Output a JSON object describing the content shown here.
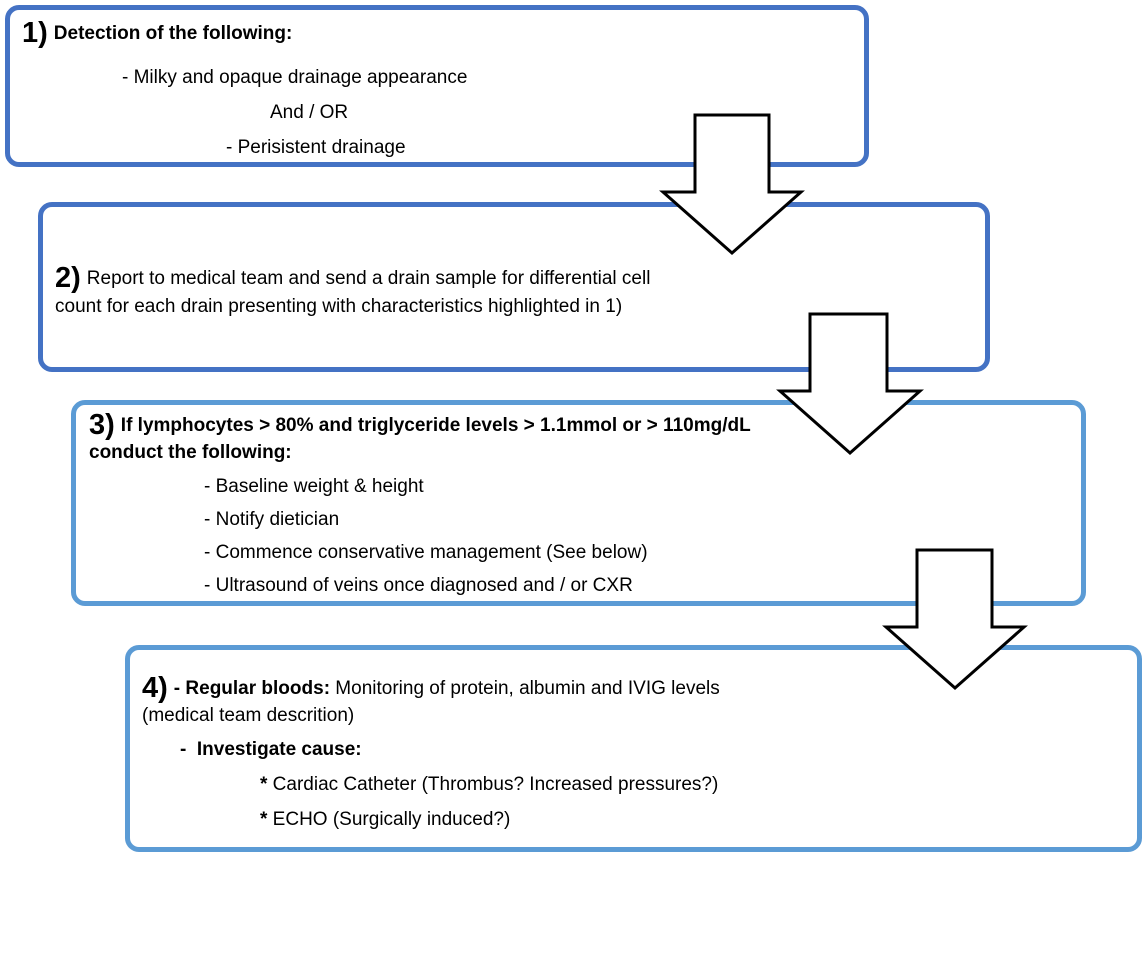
{
  "step1": {
    "number": "1)",
    "heading": "Detection of the following:",
    "item1": "- Milky and opaque drainage appearance",
    "connector": "And / OR",
    "item2": "- Perisistent drainage"
  },
  "step2": {
    "number": "2)",
    "line1": "Report to medical team and send a drain sample for differential cell",
    "line2": "count for each drain presenting with characteristics highlighted in 1)"
  },
  "step3": {
    "number": "3)",
    "heading_line1": "If lymphocytes > 80% and triglyceride levels > 1.1mmol or > 110mg/dL",
    "heading_line2": "conduct the following:",
    "items": [
      "- Baseline weight & height",
      "- Notify dietician",
      "- Commence conservative management (See below)",
      "- Ultrasound of veins once diagnosed and / or CXR"
    ]
  },
  "step4": {
    "number": "4)",
    "lead_dash": "- ",
    "bloods_label": "Regular bloods:",
    "bloods_text": " Monitoring of protein, albumin and IVIG levels",
    "bloods_line2": "(medical team descrition)",
    "investigate_dash": "-  ",
    "investigate_label": "Investigate cause:",
    "causes": [
      {
        "bullet": "*",
        "text": " Cardiac Catheter (Thrombus? Increased pressures?)"
      },
      {
        "bullet": "*",
        "text": " ECHO (Surgically induced?)"
      }
    ]
  },
  "colors": {
    "dark_border": "#4472c4",
    "light_border": "#5b9bd5",
    "arrow_stroke": "#000000",
    "arrow_fill": "#ffffff"
  }
}
